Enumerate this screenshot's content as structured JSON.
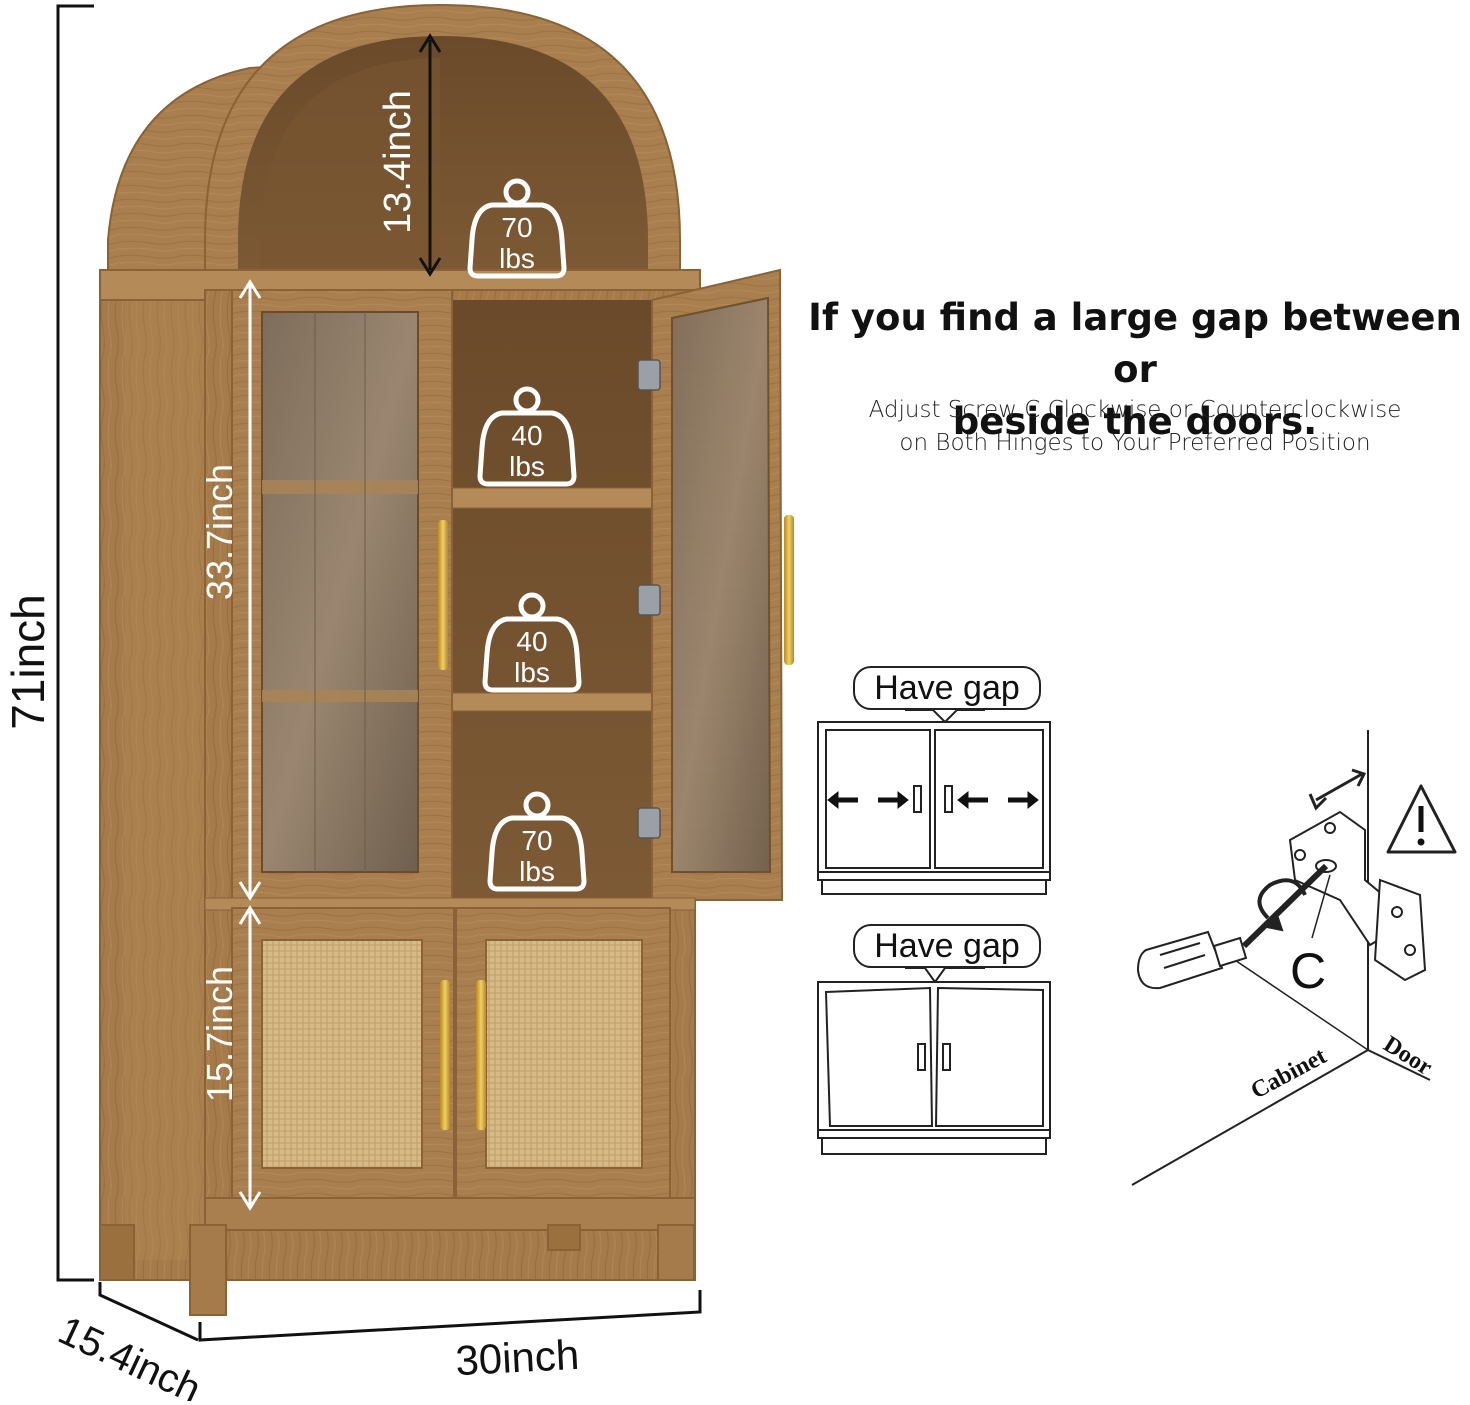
{
  "dimensions": {
    "height_total": "71inch",
    "depth": "15.4inch",
    "width": "30inch",
    "arch_height": "13.4inch",
    "upper_cabinet_height": "33.7inch",
    "lower_cabinet_height": "15.7inch"
  },
  "load_ratings": [
    {
      "value": "70",
      "unit": "lbs"
    },
    {
      "value": "40",
      "unit": "lbs"
    },
    {
      "value": "40",
      "unit": "lbs"
    },
    {
      "value": "70",
      "unit": "lbs"
    }
  ],
  "instructions": {
    "headline_line1": "If you find a large gap between or",
    "headline_line2": "beside the doors.",
    "sub_line1": "Adjust Screw C Clockwise or Counterclockwise",
    "sub_line2": "on Both Hinges to Your Preferred Position"
  },
  "diagrams": {
    "gap_label_1": "Have gap",
    "gap_label_2": "Have gap",
    "screw_label": "C",
    "cabinet_label": "Cabinet",
    "door_label": "Door",
    "warning_icon": "warning-triangle-icon"
  },
  "colors": {
    "wood": "#a97f4f",
    "wood_dark": "#8a6236",
    "wood_light": "#c39a68",
    "rattan": "#d8bd8c",
    "brass": "#d4a83c",
    "glass": "#8c7a66"
  }
}
